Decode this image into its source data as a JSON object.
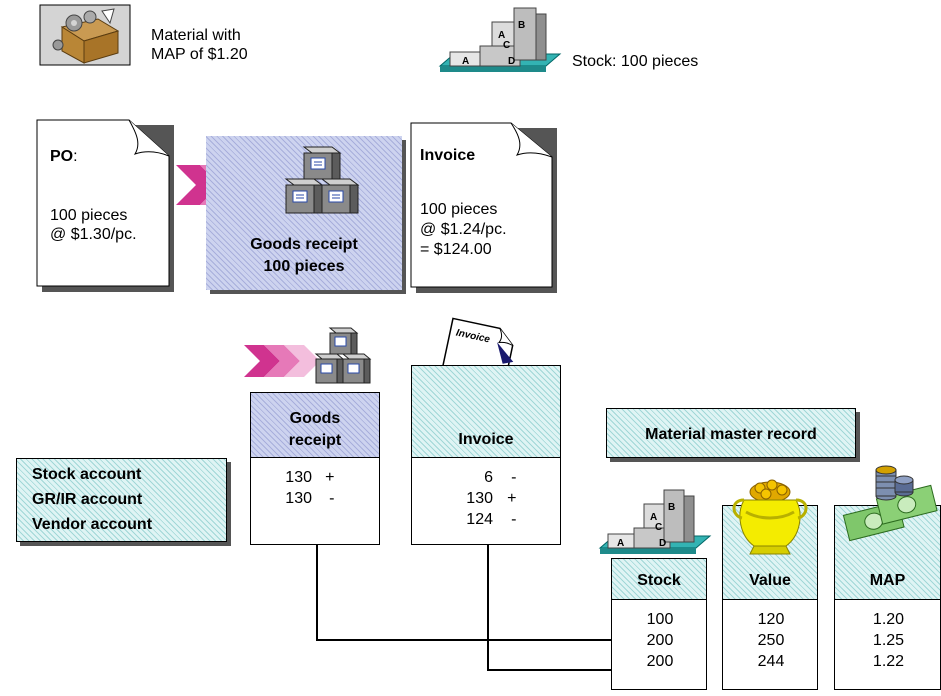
{
  "top": {
    "material_line1": "Material with",
    "material_line2": "MAP of $1.20",
    "stock_label": "Stock: 100 pieces"
  },
  "po": {
    "title": "PO",
    "colon": ":",
    "qty": "100 pieces",
    "price": "@ $1.30/pc."
  },
  "goods_receipt_box": {
    "line1": "Goods receipt",
    "line2": "100 pieces"
  },
  "invoice_doc": {
    "title": "Invoice",
    "qty": "100 pieces",
    "price": "@ $1.24/pc.",
    "total": "= $124.00"
  },
  "invoice_icon_label": "Invoice",
  "block_letters": {
    "a": "A",
    "b": "B",
    "c": "C",
    "d": "D"
  },
  "accounts": {
    "labels": [
      "Stock account",
      "GR/IR account",
      "Vendor account"
    ]
  },
  "gr_column": {
    "header_line1": "Goods",
    "header_line2": "receipt",
    "entries": [
      {
        "amount": "130",
        "sign": "+"
      },
      {
        "amount": "130",
        "sign": "-"
      }
    ]
  },
  "invoice_column": {
    "header": "Invoice",
    "entries": [
      {
        "amount": "6",
        "sign": "-"
      },
      {
        "amount": "130",
        "sign": "+"
      },
      {
        "amount": "124",
        "sign": "-"
      }
    ]
  },
  "material_master": {
    "title": "Material master record",
    "columns": [
      {
        "header": "Stock",
        "values": [
          "100",
          "200",
          "200"
        ]
      },
      {
        "header": "Value",
        "values": [
          "120",
          "250",
          "244"
        ]
      },
      {
        "header": "MAP",
        "values": [
          "1.20",
          "1.25",
          "1.22"
        ]
      }
    ]
  },
  "colors": {
    "accent_magenta": "#d0338f",
    "hatch_cyan": "#dff4f4",
    "hatch_blue": "#cdd3ef",
    "platform_teal": "#33b3b3"
  }
}
